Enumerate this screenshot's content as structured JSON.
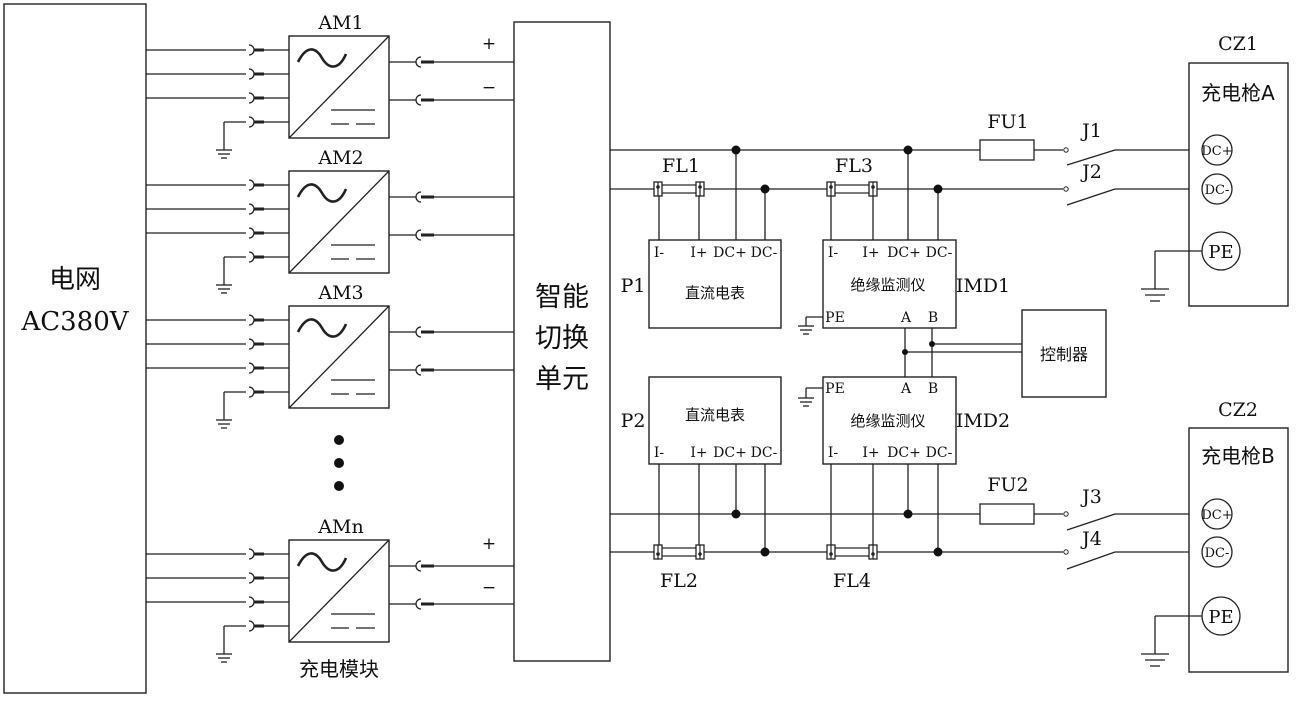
{
  "grid": {
    "title_line1": "电网",
    "title_line2": "AC380V"
  },
  "modules": [
    {
      "label": "AM1",
      "has_outputs": true
    },
    {
      "label": "AM2",
      "has_outputs": true
    },
    {
      "label": "AM3",
      "has_outputs": true
    },
    {
      "label": "AMn",
      "has_outputs": true
    }
  ],
  "module_group_caption": "充电模块",
  "polarity": {
    "plus": "+",
    "minus": "−"
  },
  "switch_unit": [
    "智能",
    "切换",
    "单元"
  ],
  "meters": [
    {
      "id": "P1",
      "name": "直流电表",
      "terminals": [
        "I-",
        "I+",
        "DC+",
        "DC-"
      ]
    },
    {
      "id": "P2",
      "name": "直流电表",
      "terminals": [
        "I-",
        "I+",
        "DC+",
        "DC-"
      ]
    }
  ],
  "imds": [
    {
      "id": "IMD1",
      "name": "绝缘监测仪",
      "terminals": [
        "I-",
        "I+",
        "DC+",
        "DC-"
      ],
      "pe": "PE",
      "a": "A",
      "b": "B"
    },
    {
      "id": "IMD2",
      "name": "绝缘监测仪",
      "terminals": [
        "I-",
        "I+",
        "DC+",
        "DC-"
      ],
      "pe": "PE",
      "a": "A",
      "b": "B"
    }
  ],
  "shunts": [
    "FL1",
    "FL2",
    "FL3",
    "FL4"
  ],
  "fuses": [
    "FU1",
    "FU2"
  ],
  "contactors": [
    "J1",
    "J2",
    "J3",
    "J4"
  ],
  "controller": "控制器",
  "connectors": [
    {
      "id": "CZ1",
      "name": "充电枪A",
      "pins": [
        "DC+",
        "DC-",
        "PE"
      ]
    },
    {
      "id": "CZ2",
      "name": "充电枪B",
      "pins": [
        "DC+",
        "DC-",
        "PE"
      ]
    }
  ]
}
